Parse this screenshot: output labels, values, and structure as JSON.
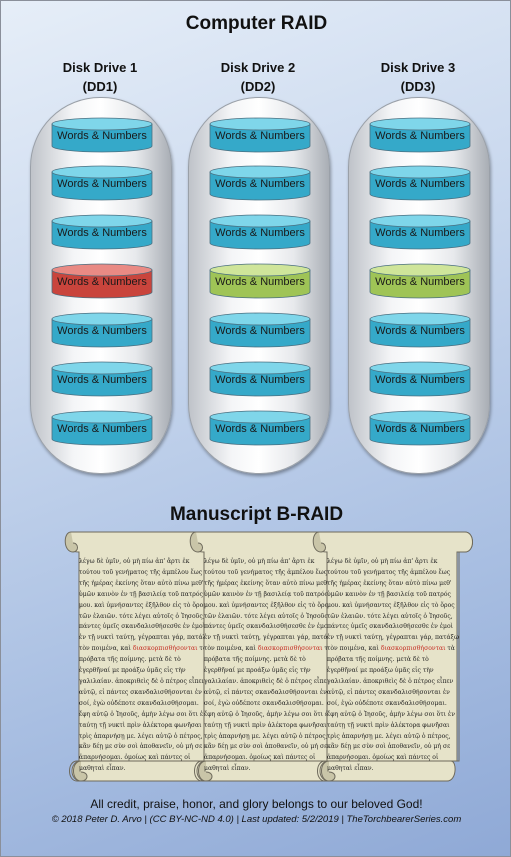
{
  "title": "Computer RAID",
  "subtitle": "Manuscript B-RAID",
  "disk_label": "Words & Numbers",
  "colors": {
    "normal_top": "#7fd6ea",
    "normal_body": "#35a9c9",
    "failed_top": "#e98a84",
    "failed_body": "#c9443c",
    "recovered_top": "#cfe59a",
    "recovered_body": "#9fc456"
  },
  "drives": [
    {
      "name": "Disk Drive 1",
      "code": "(DD1)",
      "disks": [
        "normal",
        "normal",
        "normal",
        "failed",
        "normal",
        "normal",
        "normal"
      ]
    },
    {
      "name": "Disk Drive 2",
      "code": "(DD2)",
      "disks": [
        "normal",
        "normal",
        "normal",
        "recovered",
        "normal",
        "normal",
        "normal"
      ]
    },
    {
      "name": "Disk Drive 3",
      "code": "(DD3)",
      "disks": [
        "normal",
        "normal",
        "normal",
        "recovered",
        "normal",
        "normal",
        "normal"
      ]
    }
  ],
  "manuscript": {
    "pre": "λέγω δὲ ὑμῖν, οὐ μὴ πίω ἀπ' ἄρτι ἐκ τούτου τοῦ γενήματος τῆς ἀμπέλου ἕως τῆς ἡμέρας ἐκείνης ὅταν αὐτὸ πίνω μεθ' ὑμῶν καινὸν ἐν τῇ βασιλείᾳ τοῦ πατρός μου. καὶ ὑμνήσαντες ἐξῆλθον εἰς τὸ ὄρος τῶν ἐλαιῶν. τότε λέγει αὐτοῖς ὁ Ἰησοῦς, πάντες ὑμεῖς σκανδαλισθήσεσθε ἐν ἐμοὶ ἐν τῇ νυκτὶ ταύτῃ, γέγραπται γάρ, πατάξω τὸν ποιμένα, καὶ ",
    "highlight": "διασκορπισθήσονται",
    "post": " τὰ πρόβατα τῆς ποίμνης. μετὰ δὲ τὸ ἐγερθῆναί με προάξω ὑμᾶς εἰς τὴν γαλιλαίαν. ἀποκριθεὶς δὲ ὁ πέτρος εἶπεν αὐτῷ, εἰ πάντες σκανδαλισθήσονται ἐν σοί, ἐγὼ οὐδέποτε σκανδαλισθήσομαι. ἔφη αὐτῷ ὁ Ἰησοῦς, ἀμὴν λέγω σοι ὅτι ἐν ταύτῃ τῇ νυκτὶ πρὶν ἀλέκτορα φωνῆσαι τρὶς ἀπαρνήσῃ με. λέγει αὐτῷ ὁ πέτρος, κἂν δέῃ με σὺν σοὶ ἀποθανεῖν, οὐ μή σε ἀπαρνήσομαι. ὁμοίως καὶ πάντες οἱ μαθηταὶ εἶπαν."
  },
  "footer": {
    "credit": "All credit, praise, honor, and glory belongs to our beloved God!",
    "copyright": "© 2018 Peter D. Arvo | (CC BY-NC-ND 4.0) | Last updated: 5/2/2019 | TheTorchbearerSeries.com"
  }
}
